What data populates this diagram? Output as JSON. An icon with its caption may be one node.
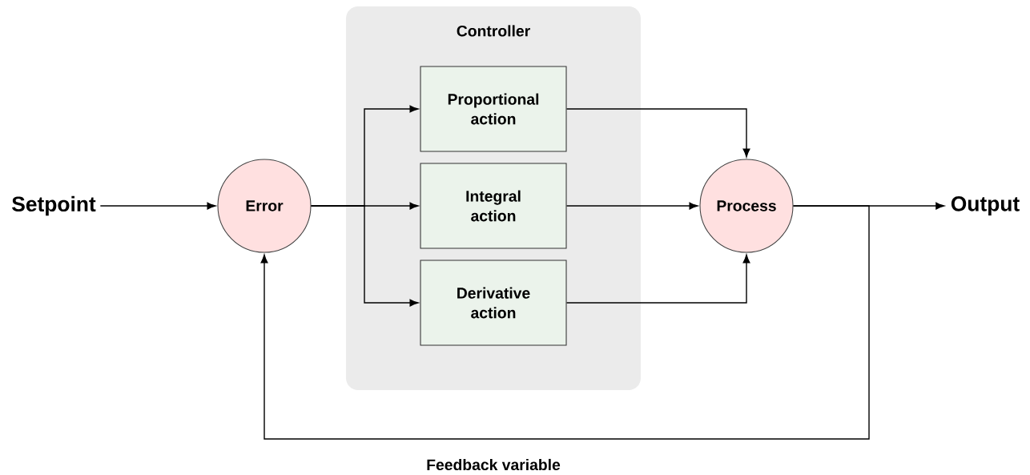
{
  "diagram": {
    "nodes": [
      {
        "text": [
          "Setpoint"
        ]
      },
      {
        "text": [
          "Error"
        ]
      },
      {
        "text": [
          "Controller"
        ]
      },
      {
        "text": [
          "Proportional action"
        ],
        "in": 2
      },
      {
        "text": [
          "Integral action"
        ],
        "in": 2
      },
      {
        "text": [
          "Derivative action"
        ],
        "in": 2
      },
      {
        "text": [
          "Process"
        ]
      },
      {
        "text": [
          "Output"
        ]
      }
    ],
    "edges": [
      {
        "from": 0,
        "to": 1,
        "arrow": "to"
      },
      {
        "from": 1,
        "to": 3,
        "arrow": "to"
      },
      {
        "from": 1,
        "to": 4,
        "arrow": "to"
      },
      {
        "from": 1,
        "to": 5,
        "arrow": "to"
      },
      {
        "from": 3,
        "to": 6,
        "arrow": "to"
      },
      {
        "from": 4,
        "to": 6,
        "arrow": "to"
      },
      {
        "from": 5,
        "to": 6,
        "arrow": "to"
      },
      {
        "from": 6,
        "to": 7,
        "arrow": "to"
      },
      {
        "from": 6,
        "to": 1,
        "arrow": "to",
        "label": "Feedback variable"
      }
    ]
  }
}
